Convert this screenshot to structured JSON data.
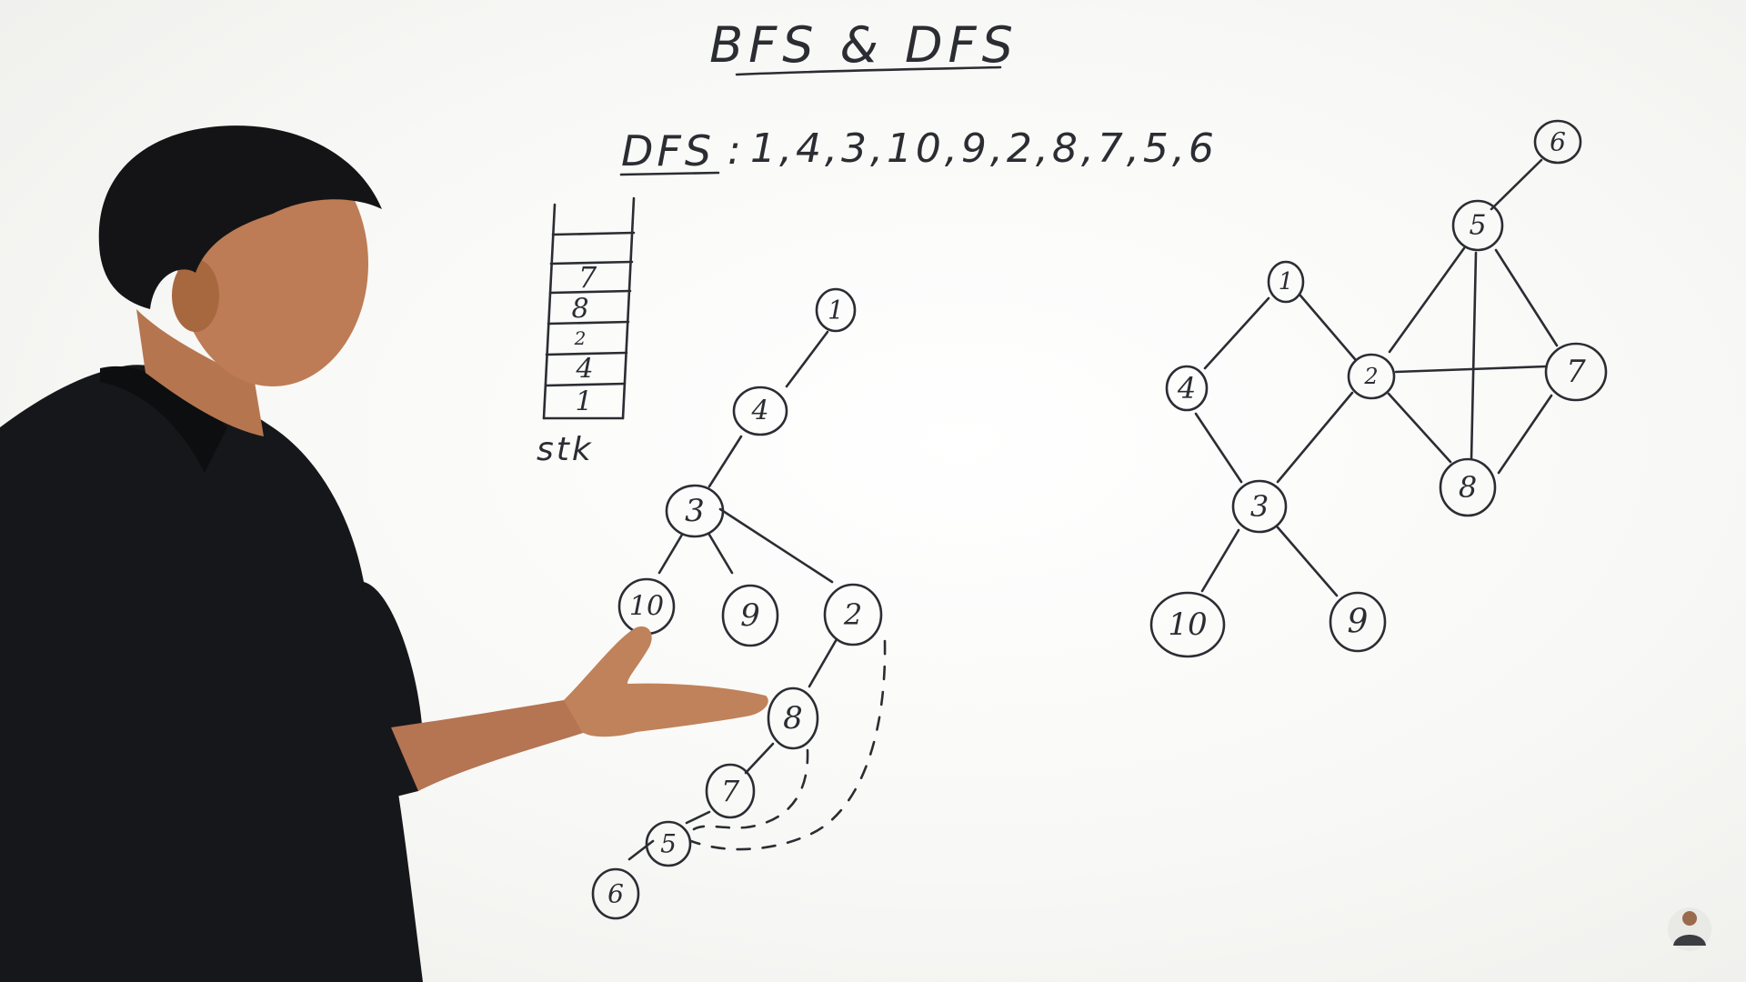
{
  "title": "BFS & DFS",
  "dfs_line": {
    "label": "DFS",
    "sequence": "1,4,3,10,9,2,8,7,5,6"
  },
  "stack": {
    "label": "stk",
    "items_bottom_to_top": [
      "1",
      "4",
      "2",
      "8",
      "7"
    ]
  },
  "dfs_tree": {
    "nodes": [
      "1",
      "4",
      "3",
      "10",
      "9",
      "2",
      "8",
      "7",
      "5",
      "6"
    ],
    "edges": [
      [
        "1",
        "4"
      ],
      [
        "4",
        "3"
      ],
      [
        "3",
        "10"
      ],
      [
        "3",
        "9"
      ],
      [
        "3",
        "2"
      ],
      [
        "2",
        "8"
      ],
      [
        "8",
        "7"
      ],
      [
        "7",
        "5"
      ],
      [
        "5",
        "6"
      ]
    ],
    "back_edges": [
      [
        "2",
        "5"
      ],
      [
        "8",
        "5"
      ]
    ]
  },
  "graph": {
    "nodes": [
      "1",
      "2",
      "3",
      "4",
      "5",
      "6",
      "7",
      "8",
      "9",
      "10"
    ],
    "edges": [
      [
        "1",
        "4"
      ],
      [
        "1",
        "2"
      ],
      [
        "4",
        "3"
      ],
      [
        "2",
        "3"
      ],
      [
        "2",
        "5"
      ],
      [
        "2",
        "7"
      ],
      [
        "2",
        "8"
      ],
      [
        "5",
        "6"
      ],
      [
        "5",
        "7"
      ],
      [
        "5",
        "8"
      ],
      [
        "7",
        "8"
      ],
      [
        "3",
        "10"
      ],
      [
        "3",
        "9"
      ]
    ]
  }
}
